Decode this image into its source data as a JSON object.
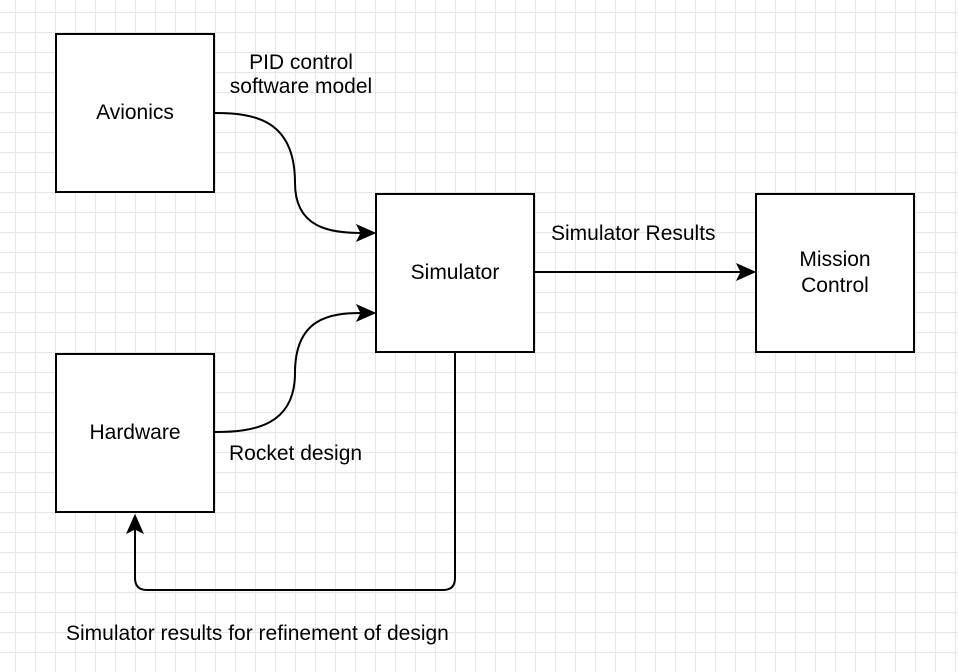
{
  "nodes": {
    "avionics": "Avionics",
    "hardware": "Hardware",
    "simulator": "Simulator",
    "mission_control": "Mission\nControl"
  },
  "edge_labels": {
    "pid_control": "PID control\nsoftware model",
    "rocket_design": "Rocket design",
    "simulator_results": "Simulator Results",
    "refinement": "Simulator results for refinement of design"
  },
  "colors": {
    "stroke": "#000000",
    "grid": "#e6e6e6",
    "background": "#ffffff"
  }
}
